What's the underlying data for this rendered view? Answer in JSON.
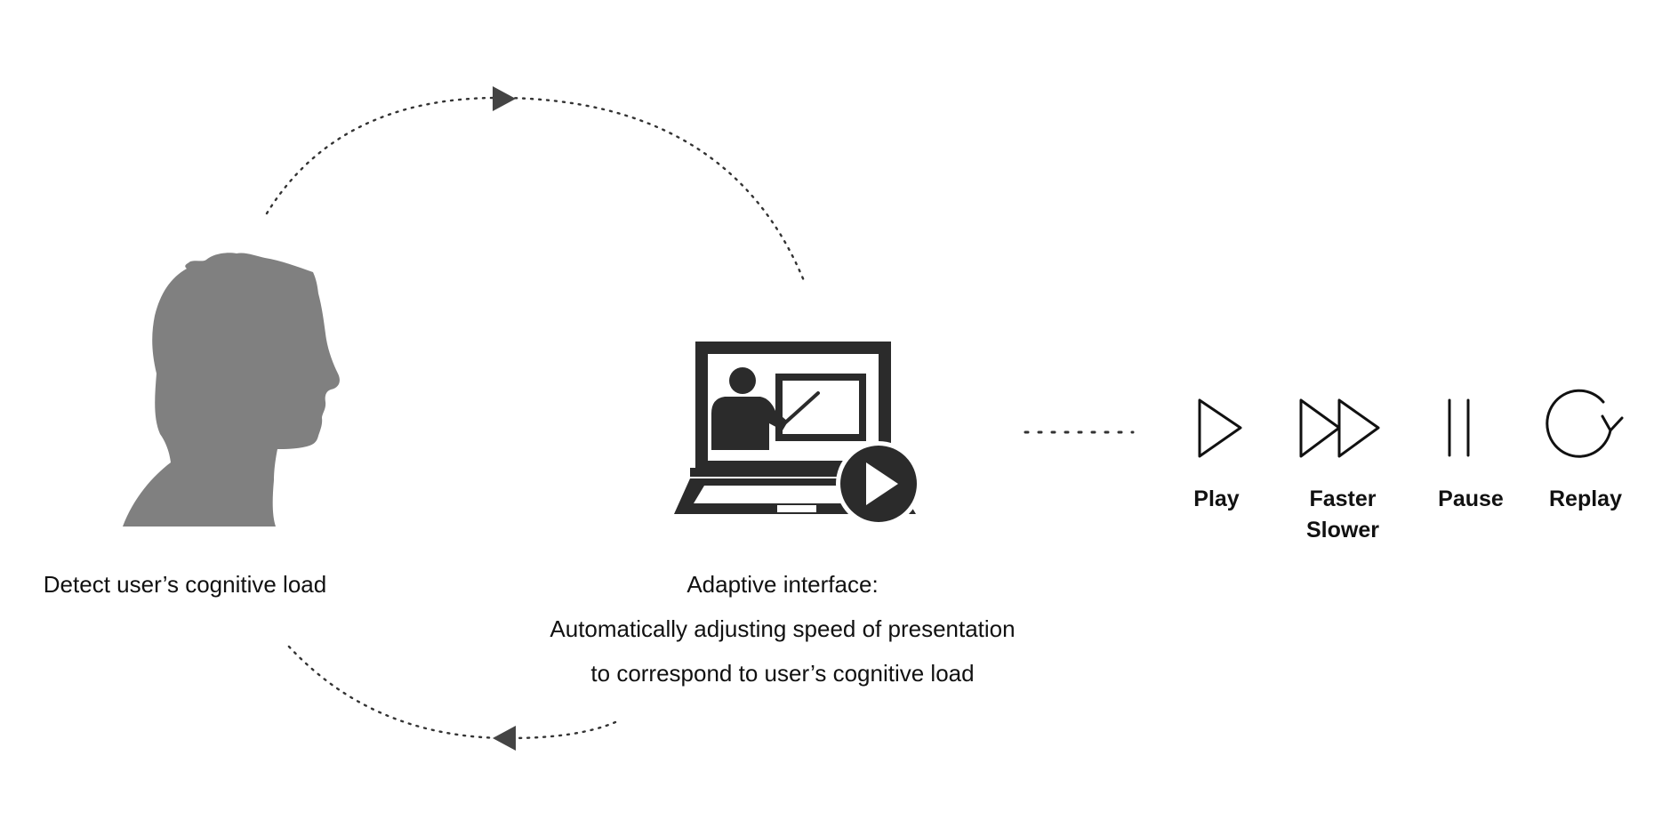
{
  "person": {
    "caption": "Detect user’s cognitive load",
    "icon": "head-silhouette-icon"
  },
  "interface": {
    "caption_lines": [
      "Adaptive interface:",
      "Automatically adjusting speed of presentation",
      "to correspond to user’s cognitive load"
    ],
    "icon": "video-lecture-laptop-icon"
  },
  "controls": {
    "play": {
      "label": "Play",
      "icon": "play-icon"
    },
    "speed": {
      "label_top": "Faster",
      "label_bottom": "Slower",
      "icon": "fast-forward-icon"
    },
    "pause": {
      "label": "Pause",
      "icon": "pause-icon"
    },
    "replay": {
      "label": "Replay",
      "icon": "replay-icon"
    }
  },
  "colors": {
    "silhouette": "#808080",
    "icon_dark": "#2b2b2b",
    "arrow": "#444444",
    "dots": "#333333"
  }
}
